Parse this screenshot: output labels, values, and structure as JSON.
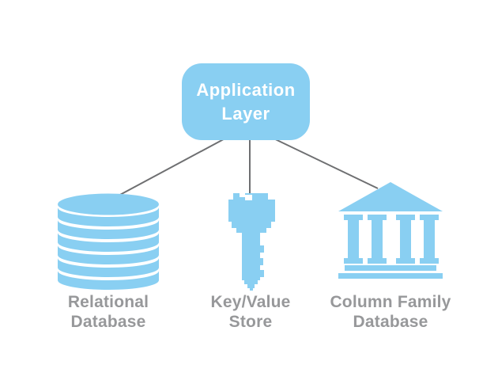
{
  "diagram": {
    "app_layer": {
      "label": "Application Layer"
    },
    "nodes": [
      {
        "id": "relational-database",
        "label": "Relational Database",
        "icon": "database-cylinder-icon"
      },
      {
        "id": "key-value-store",
        "label": "Key/Value Store",
        "icon": "key-icon"
      },
      {
        "id": "column-family-database",
        "label": "Column Family Database",
        "icon": "bank-columns-icon"
      }
    ],
    "colors": {
      "node_fill": "#89CFF2",
      "connector_line": "#6E6F71",
      "label_text": "#97989A",
      "box_text": "#FFFFFF",
      "background": "#FFFFFF"
    }
  }
}
